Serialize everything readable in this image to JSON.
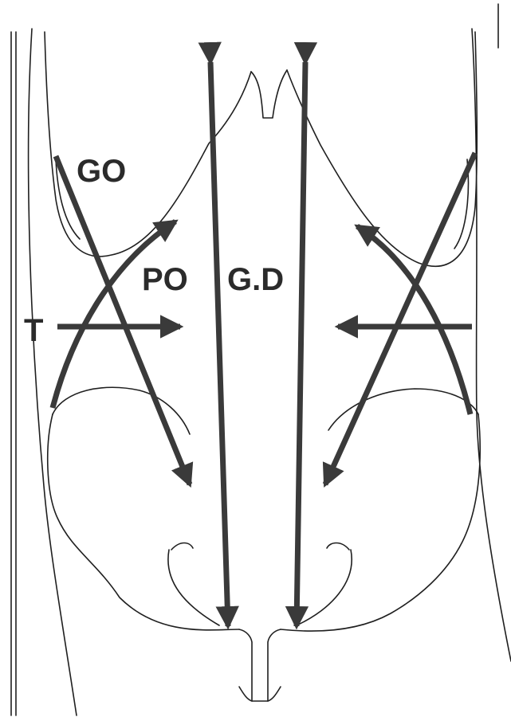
{
  "labels": {
    "go": "GO",
    "po": "PO",
    "gd": "G.D",
    "t": "T"
  },
  "colors": {
    "arrow": "#3a3a3a",
    "outline": "#1f1f1f",
    "label": "#2b2b2b",
    "background": "#ffffff"
  }
}
